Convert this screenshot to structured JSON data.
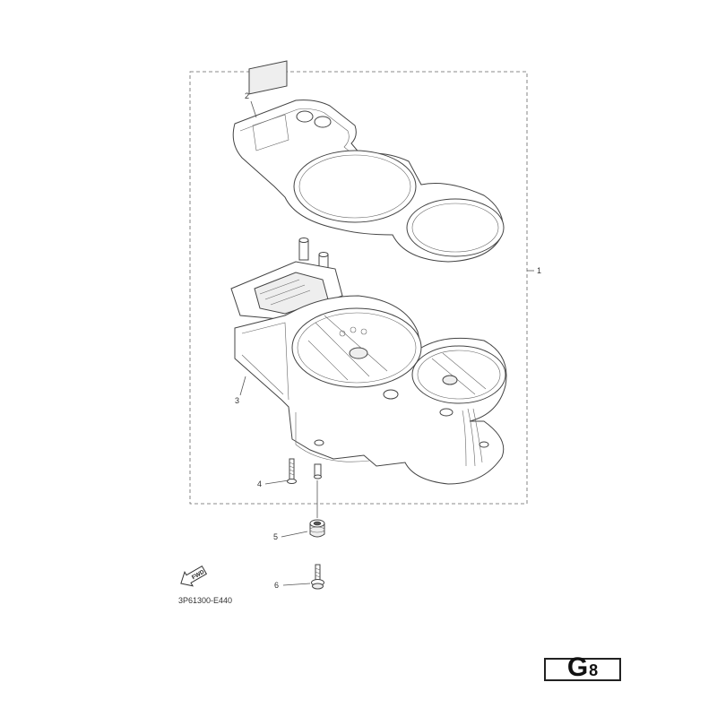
{
  "callouts": [
    {
      "id": "1",
      "label": "1"
    },
    {
      "id": "2",
      "label": "2"
    },
    {
      "id": "3",
      "label": "3"
    },
    {
      "id": "4",
      "label": "4"
    },
    {
      "id": "5",
      "label": "5"
    },
    {
      "id": "6",
      "label": "6"
    }
  ],
  "fwd_label": "FWD",
  "diagram_code": "3P61300-E440",
  "page_badge": {
    "letter": "G",
    "number": "8"
  }
}
